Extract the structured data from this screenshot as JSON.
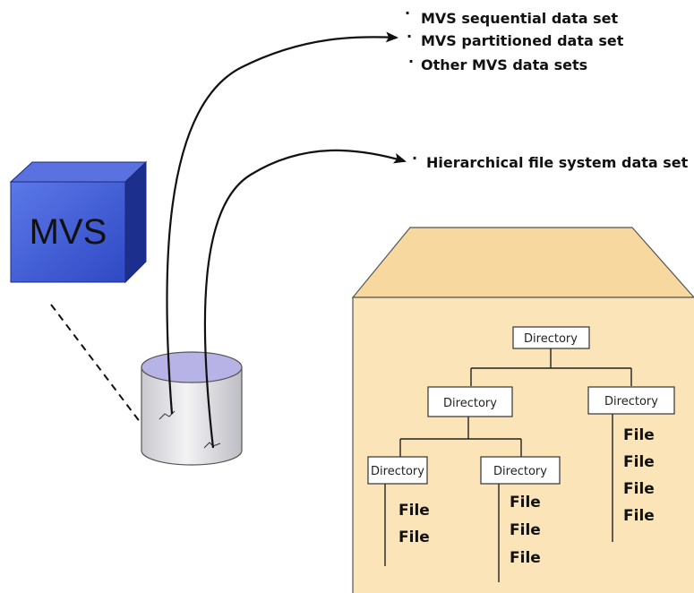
{
  "cube": {
    "label": "MVS"
  },
  "bullets_upper": [
    "MVS sequential data set",
    "MVS partitioned data set",
    "Other MVS data sets"
  ],
  "bullet_lower": "Hierarchical file system data set",
  "hfs_tree": {
    "root": "Directory",
    "left_dir": "Directory",
    "right_dir": "Directory",
    "leaf_dir_1": "Directory",
    "leaf_dir_2": "Directory",
    "right_files": [
      "File",
      "File",
      "File",
      "File"
    ],
    "leaf1_files": [
      "File",
      "File"
    ],
    "leaf2_files": [
      "File",
      "File",
      "File"
    ]
  },
  "colors": {
    "cube_front": "#3f5fd6",
    "cube_top": "#5a72e0",
    "cube_side": "#1c2f8c",
    "cylinder_top": "#b7b3e6",
    "cylinder_body": "#e2e2e6",
    "folder_fill": "#fbe5b8",
    "folder_stroke": "#555555"
  }
}
